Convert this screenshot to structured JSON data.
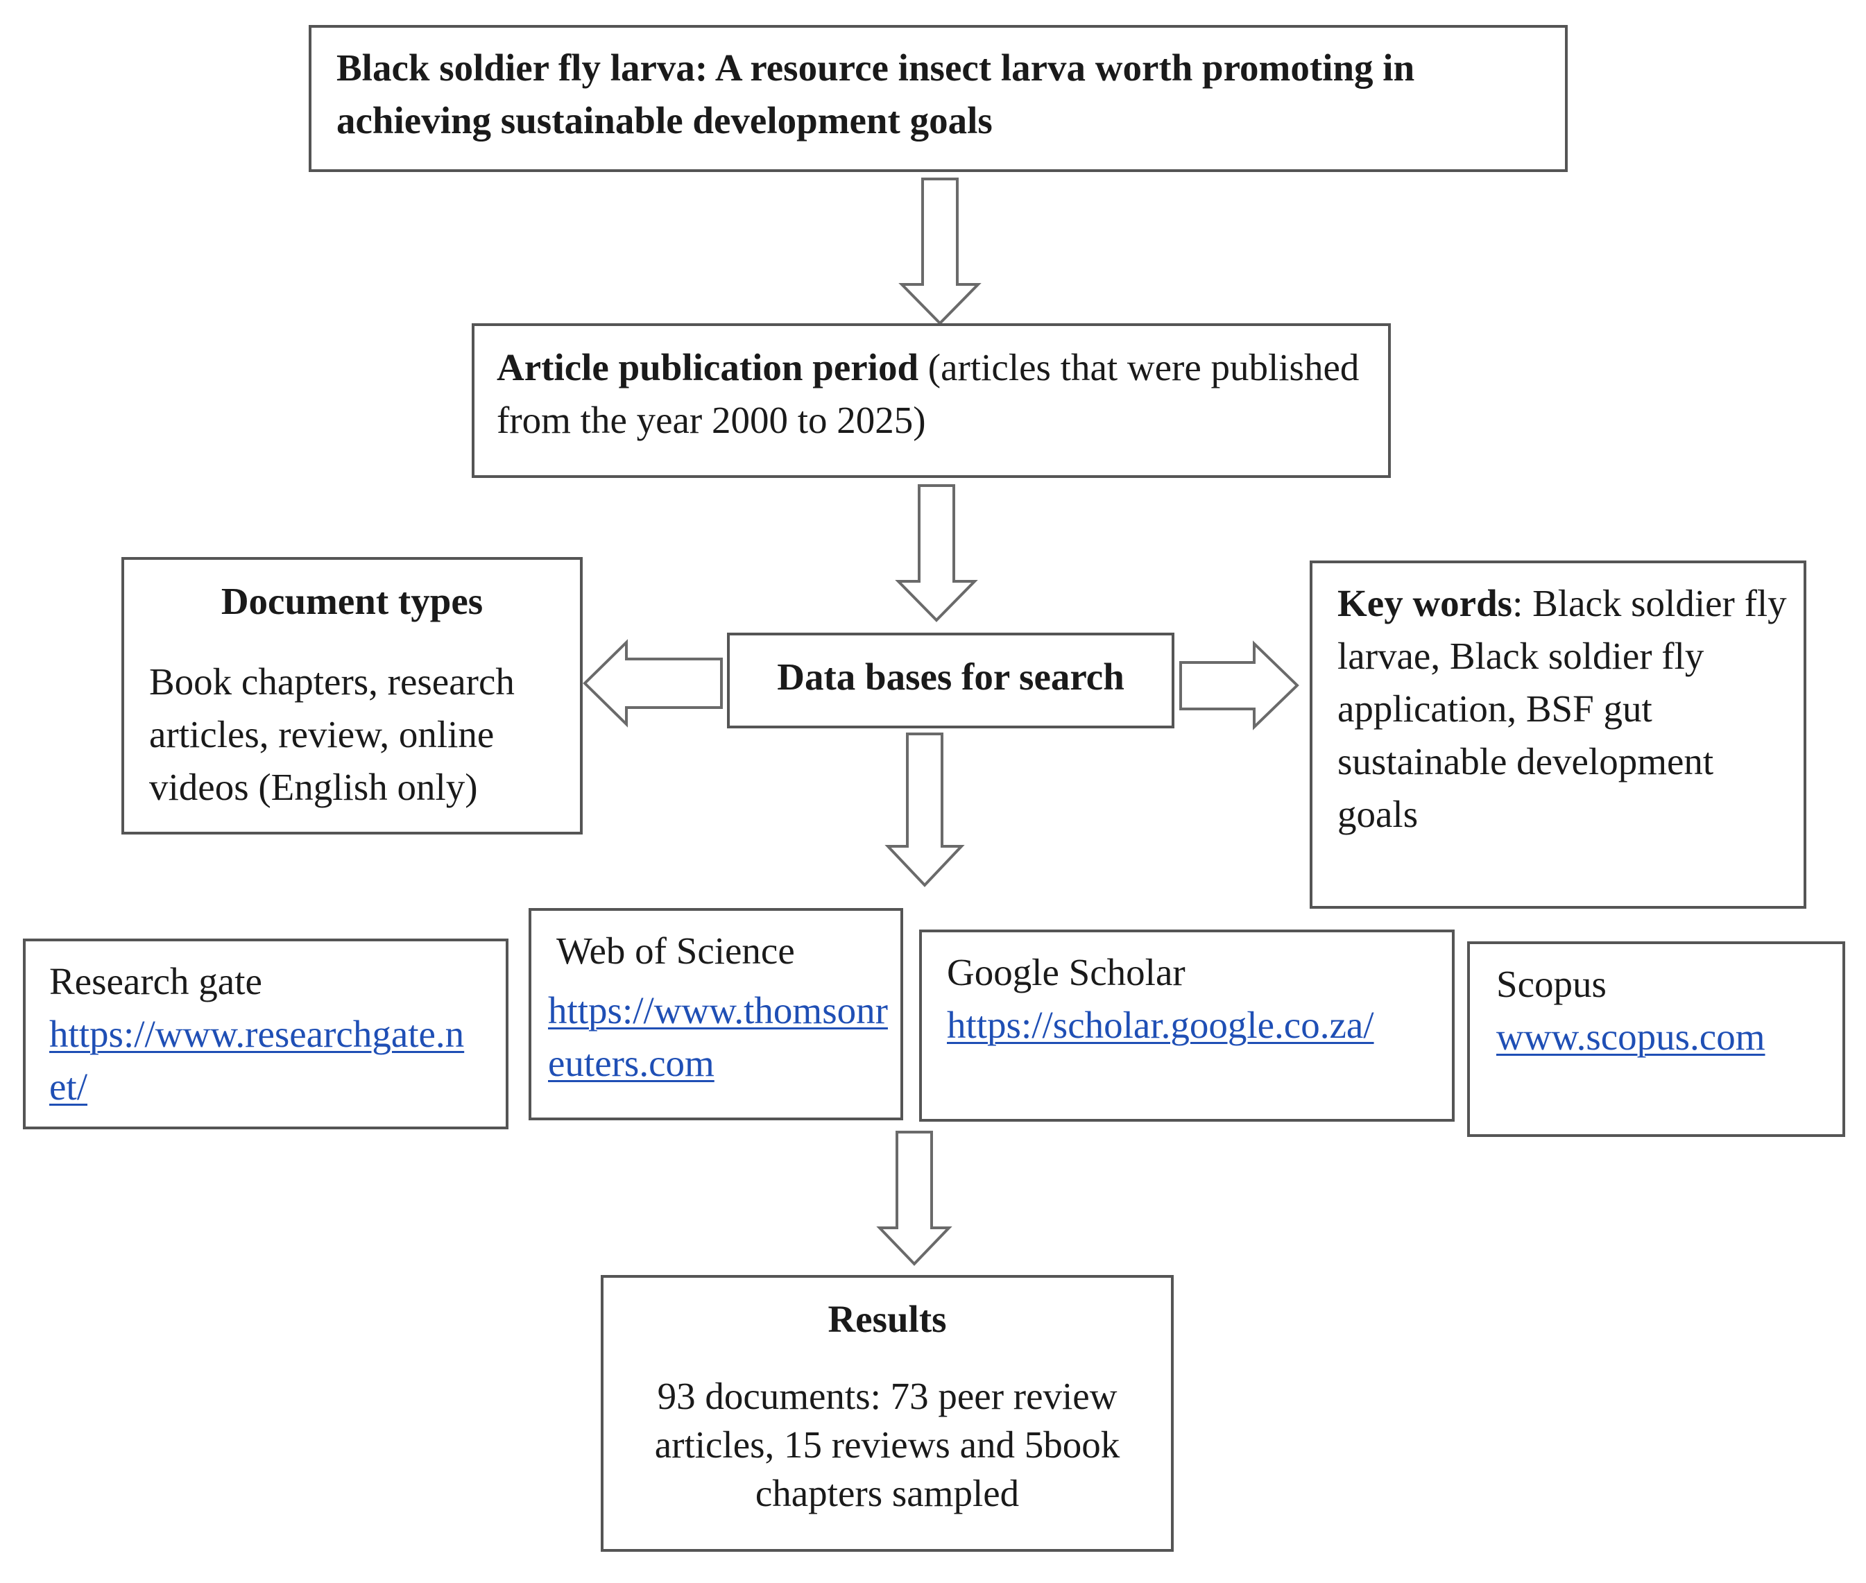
{
  "title_box": {
    "text": "Black soldier fly larva: A resource insect larva worth promoting in achieving sustainable development goals"
  },
  "period_box": {
    "label": "Article publication period",
    "text": " (articles that were published from the year 2000 to 2025)"
  },
  "doc_types_box": {
    "heading": "Document types",
    "text": "Book chapters, research articles, review, online videos (English only)"
  },
  "databases_box": {
    "label": "Data bases for search"
  },
  "keywords_box": {
    "label": "Key words",
    "text": ": Black soldier fly larvae, Black soldier fly application, BSF gut sustainable development goals"
  },
  "sources": [
    {
      "name": "Research gate",
      "link": "https://www.researchgate.net/"
    },
    {
      "name": "Web of Science",
      "link": "https://www.thomsonreuters.com"
    },
    {
      "name": "Google Scholar",
      "link": "https://scholar.google.co.za/"
    },
    {
      "name": "Scopus",
      "link": "www.scopus.com"
    }
  ],
  "results_box": {
    "heading": "Results",
    "text": "93 documents: 73 peer review articles, 15 reviews and 5book chapters sampled"
  },
  "colors": {
    "border": "#555555",
    "arrow": "#6a6a6a",
    "link": "#1f4fb5"
  }
}
